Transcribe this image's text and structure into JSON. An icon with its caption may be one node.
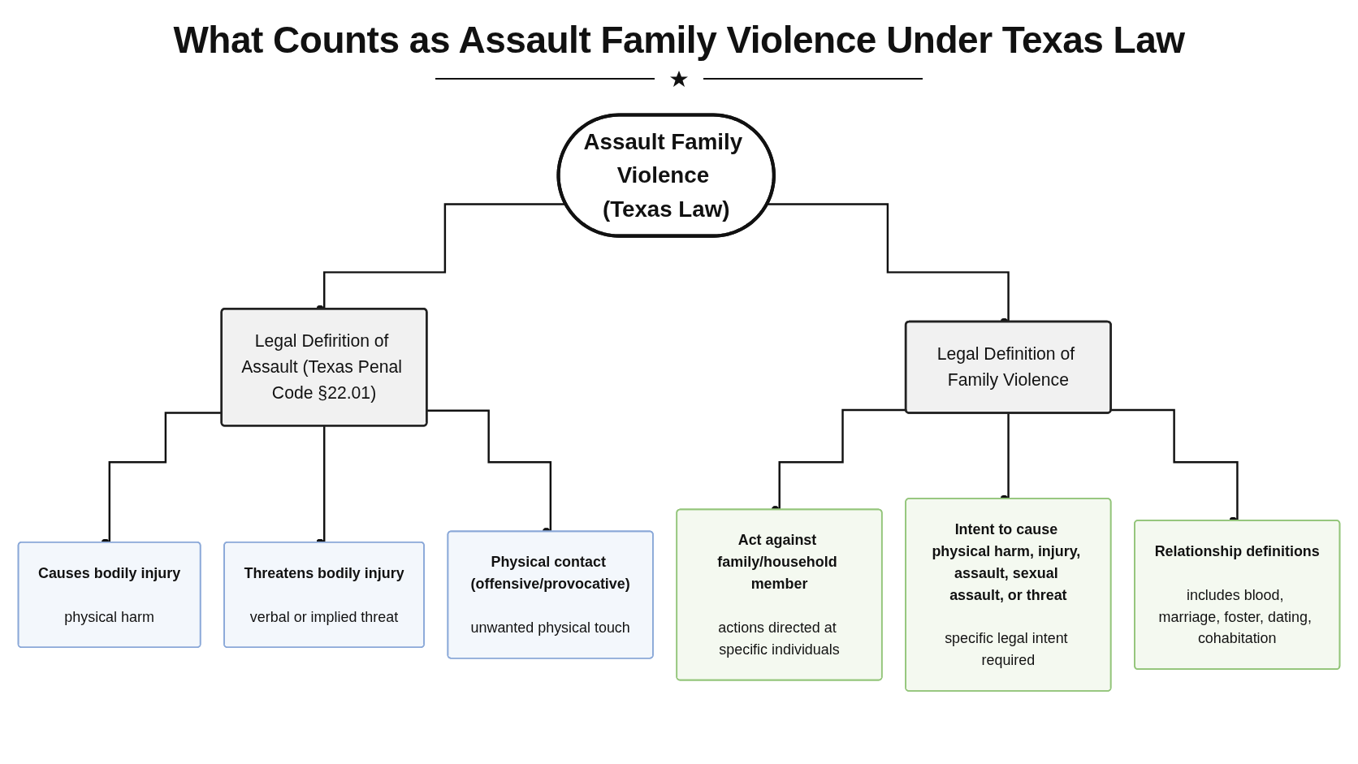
{
  "diagram": {
    "title": "What Counts as Assault Family Violence Under Texas Law",
    "nodes": [
      {
        "text": [
          "Assault Family Violence (Texas Law)"
        ]
      },
      {
        "text": [
          "Legal Defirition of Assault (Texas Penal Code §22.01)"
        ]
      },
      {
        "text": [
          "Legal Definition of Family Violence"
        ]
      },
      {
        "text": [
          "Causes bodily injury",
          "physical harm"
        ]
      },
      {
        "text": [
          "Threatens bodily injury",
          "verbal or implied threat"
        ]
      },
      {
        "text": [
          "Physical contact (offensive/provocative)",
          "unwanted physical touch"
        ]
      },
      {
        "text": [
          "Act against family/household member",
          "actions directed at specific individuals"
        ]
      },
      {
        "text": [
          "Intent to cause physical harm, injury, assault, sexual assault, or threat",
          "specific legal intent required"
        ]
      },
      {
        "text": [
          "Relationship definitions",
          "includes blood, marriage, foster, dating, cohabitation"
        ]
      }
    ],
    "edges": [
      {
        "from": 0,
        "to": 1,
        "arrow": "other"
      },
      {
        "from": 0,
        "to": 2,
        "arrow": "other"
      },
      {
        "from": 1,
        "to": 3,
        "arrow": "other"
      },
      {
        "from": 1,
        "to": 4,
        "arrow": "other"
      },
      {
        "from": 1,
        "to": 5,
        "arrow": "other"
      },
      {
        "from": 2,
        "to": 6,
        "arrow": "other"
      },
      {
        "from": 2,
        "to": 7,
        "arrow": "other"
      },
      {
        "from": 2,
        "to": 8,
        "arrow": "other"
      }
    ]
  }
}
